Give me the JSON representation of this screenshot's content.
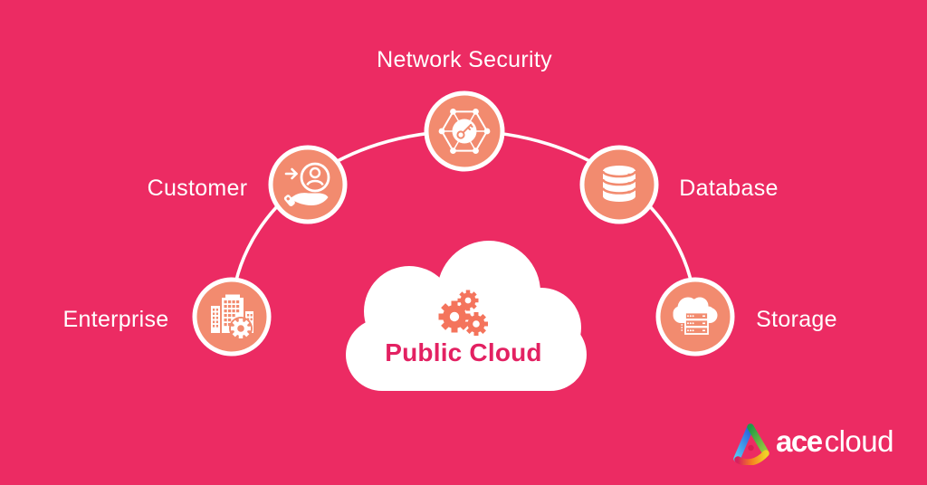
{
  "background_color": "#EC2B63",
  "node_color": "#F28B6F",
  "accent_text_color": "#E32162",
  "gear_color": "#F4745C",
  "center": {
    "label": "Public Cloud",
    "icon": "gears-icon"
  },
  "nodes": [
    {
      "label": "Enterprise",
      "icon": "enterprise-buildings-icon"
    },
    {
      "label": "Customer",
      "icon": "customer-handover-icon"
    },
    {
      "label": "Network Security",
      "icon": "network-security-key-icon"
    },
    {
      "label": "Database",
      "icon": "database-cylinder-icon"
    },
    {
      "label": "Storage",
      "icon": "cloud-server-storage-icon"
    }
  ],
  "logo": {
    "name": "acecloud",
    "text_bold": "ace",
    "text_light": "cloud",
    "mark": "acecloud-triangle-mark"
  }
}
